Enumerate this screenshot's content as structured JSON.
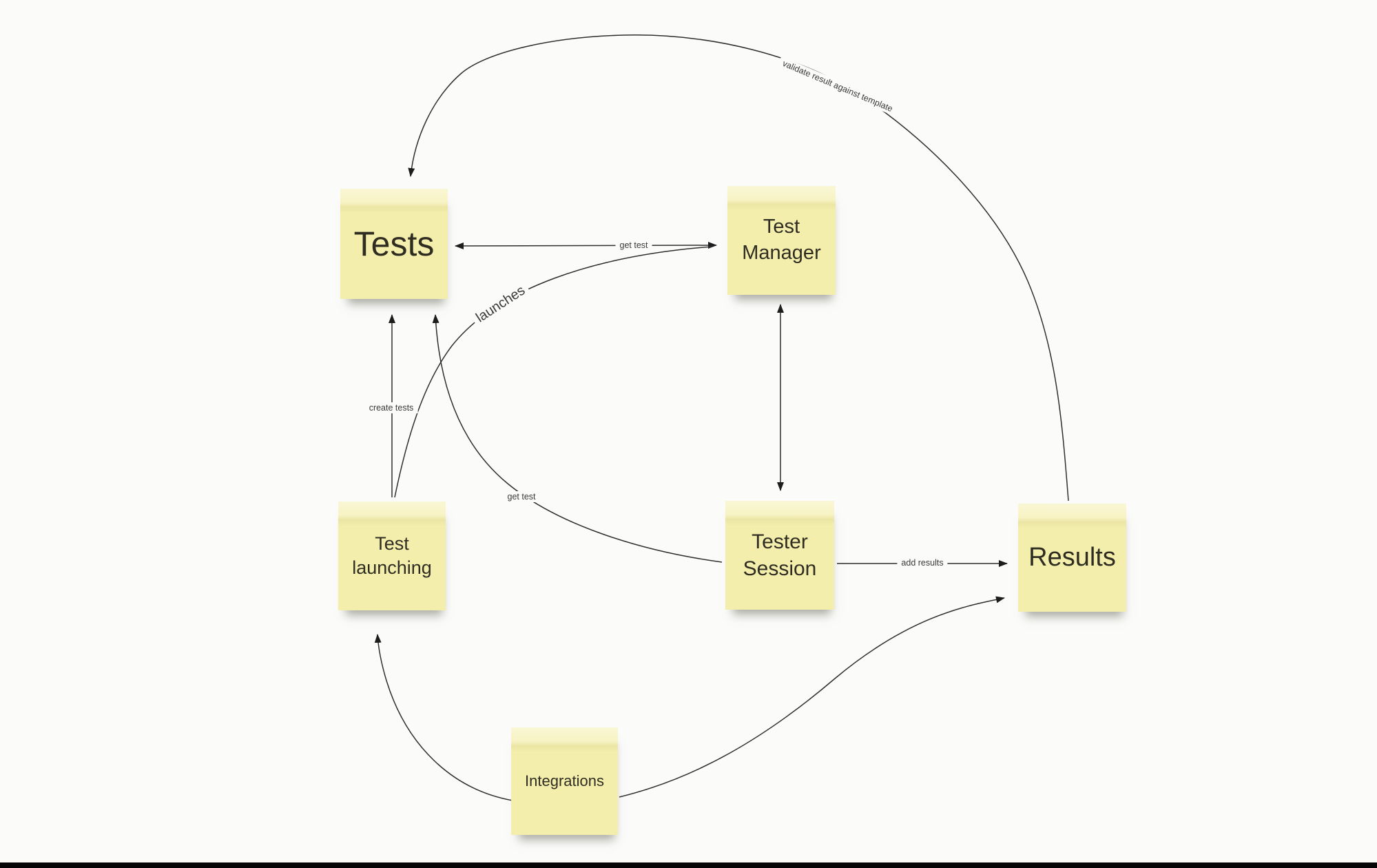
{
  "board": {
    "background_color": "#fbfbfa",
    "bottom_bar_color": "#060606",
    "connector_color": "#2e2e2e",
    "note_color": "#f4eead",
    "note_text_color": "#2f2d22",
    "label_text_color": "#3a3a3a"
  },
  "nodes": {
    "tests": {
      "label": "Tests"
    },
    "test_manager": {
      "label": "Test Manager"
    },
    "test_launching": {
      "label": "Test launching"
    },
    "tester_session": {
      "label": "Tester Session"
    },
    "results": {
      "label": "Results"
    },
    "integrations": {
      "label": "Integrations"
    }
  },
  "edges": {
    "validate": {
      "label": "validate result against template",
      "from": "results",
      "to": "tests",
      "arrows": "to"
    },
    "get_test_manager": {
      "label": "get test",
      "from": "tests",
      "to": "test_manager",
      "arrows": "both"
    },
    "launches": {
      "label": "launches",
      "from": "test_launching",
      "to": "test_manager",
      "arrows": "to"
    },
    "create_tests": {
      "label": "create tests",
      "from": "test_launching",
      "to": "tests",
      "arrows": "to"
    },
    "manager_session": {
      "label": "",
      "from": "test_manager",
      "to": "tester_session",
      "arrows": "both"
    },
    "get_test_session": {
      "label": "get test",
      "from": "tester_session",
      "to": "tests",
      "arrows": "to"
    },
    "add_results": {
      "label": "add results",
      "from": "tester_session",
      "to": "results",
      "arrows": "to"
    },
    "integrations_launching": {
      "label": "",
      "from": "integrations",
      "to": "test_launching",
      "arrows": "to"
    },
    "integrations_results": {
      "label": "",
      "from": "integrations",
      "to": "results",
      "arrows": "to"
    }
  }
}
